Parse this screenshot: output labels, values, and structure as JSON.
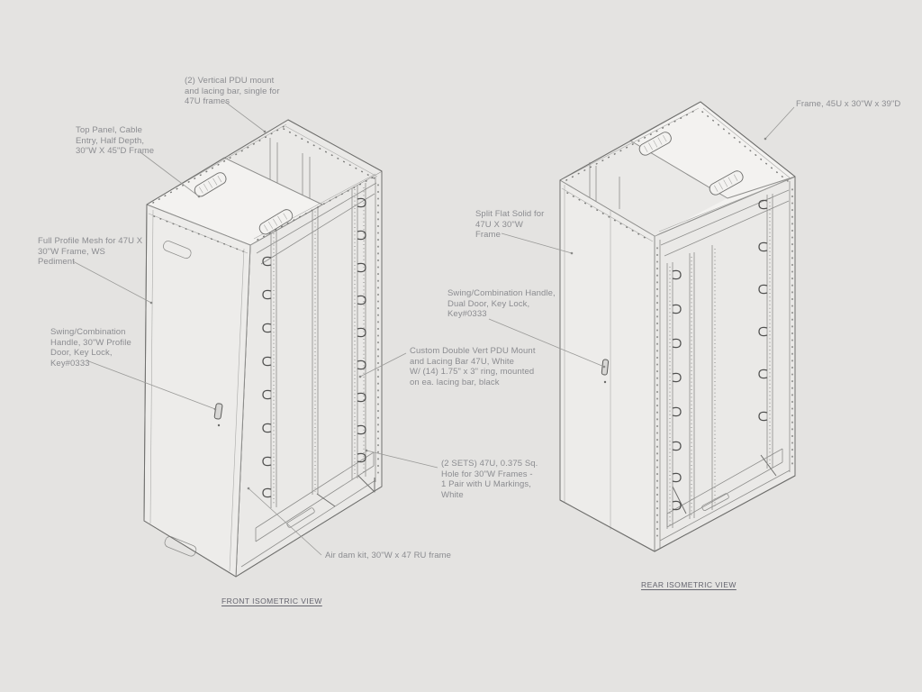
{
  "diagram": {
    "colors": {
      "background": "#e4e3e1",
      "line": "#8e8e8c",
      "line_dark": "#6f6f6d",
      "panel": "#edecea",
      "panel_light": "#f3f2f0",
      "interior": "#eae9e7",
      "label_text": "#8b8c90",
      "title_text": "#65656f",
      "leader": "#9a9a98",
      "ring": "#515150"
    },
    "views": [
      {
        "id": "front",
        "title": "FRONT ISOMETRIC VIEW"
      },
      {
        "id": "rear",
        "title": "REAR ISOMETRIC VIEW"
      }
    ],
    "callouts": [
      {
        "id": "vertical-pdu-mount",
        "text": "(2) Vertical PDU mount\nand lacing bar, single for\n47U frames"
      },
      {
        "id": "top-panel",
        "text": "Top Panel, Cable\nEntry, Half Depth,\n30\"W X 45\"D Frame"
      },
      {
        "id": "full-profile-mesh",
        "text": "Full Profile Mesh for 47U X\n30\"W Frame, WS\nPediment"
      },
      {
        "id": "front-door-handle",
        "text": "Swing/Combination\nHandle, 30\"W Profile\nDoor, Key Lock,\nKey#0333"
      },
      {
        "id": "rear-frame",
        "text": "Frame, 45U x 30\"W x 39\"D"
      },
      {
        "id": "split-flat-solid",
        "text": "Split Flat Solid for\n47U X 30\"W\nFrame"
      },
      {
        "id": "rear-door-handle",
        "text": "Swing/Combination Handle,\nDual Door, Key Lock,\nKey#0333"
      },
      {
        "id": "custom-pdu-mount",
        "text": "Custom Double Vert PDU Mount\nand Lacing Bar 47U, White\nW/ (14) 1.75\" x 3\" ring, mounted\non ea. lacing bar, black"
      },
      {
        "id": "sq-hole-rails",
        "text": "(2 SETS) 47U, 0.375 Sq.\nHole for 30\"W Frames -\n1 Pair with U Markings,\nWhite"
      },
      {
        "id": "air-dam-kit",
        "text": "Air dam kit, 30\"W x 47 RU frame"
      }
    ]
  }
}
